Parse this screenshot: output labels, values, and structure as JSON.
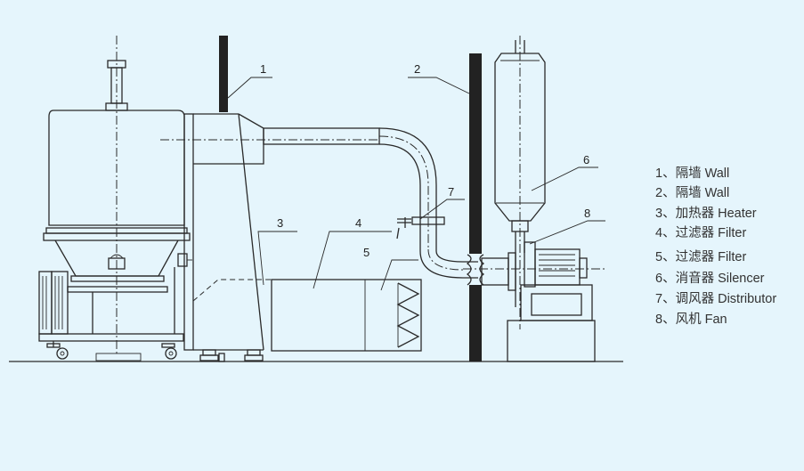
{
  "callouts": [
    "1",
    "2",
    "3",
    "4",
    "5",
    "6",
    "7",
    "8"
  ],
  "legend": [
    "1、隔墙 Wall",
    "2、隔墙 Wall",
    "3、加热器 Heater",
    "4、过滤器 Filter",
    "5、过滤器 Filter",
    "6、消音器 Silencer",
    "7、调风器 Distributor",
    "8、风机 Fan"
  ],
  "colors": {
    "background": "#e5f5fc",
    "line": "#2a2a2a",
    "wall": "#222222"
  }
}
